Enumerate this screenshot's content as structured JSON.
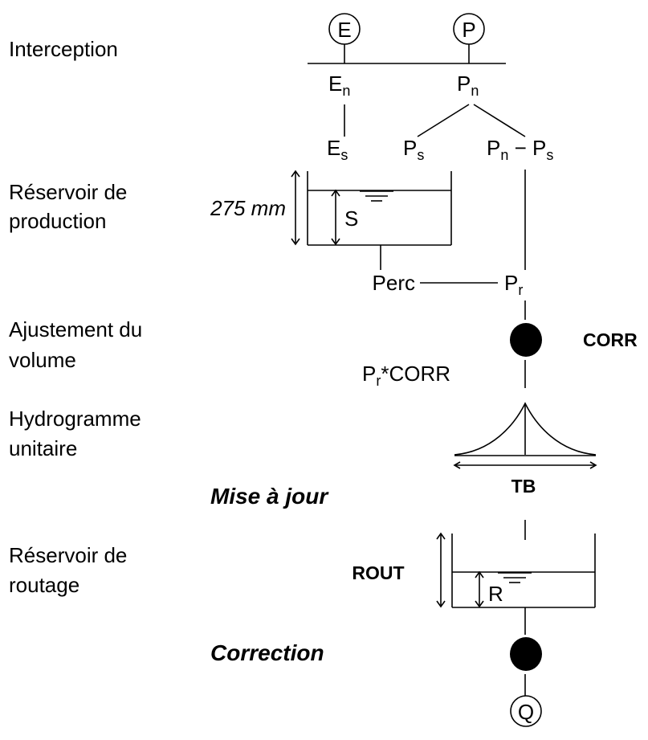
{
  "stages": {
    "interception": "Interception",
    "production_1": "Réservoir de",
    "production_2": "production",
    "adjust_1": "Ajustement du",
    "adjust_2": "volume",
    "hydro_1": "Hydrogramme",
    "hydro_2": "unitaire",
    "routing_1": "Réservoir de",
    "routing_2": "routage"
  },
  "inputs": {
    "e": "E",
    "p": "P"
  },
  "output": {
    "q": "Q"
  },
  "variables": {
    "en_main": "E",
    "en_sub": "n",
    "pn_main": "P",
    "pn_sub": "n",
    "es_main": "E",
    "es_sub": "s",
    "ps_main": "P",
    "ps_sub": "s",
    "diff_p1": "P",
    "diff_sub1": "n",
    "diff_op": " − P",
    "diff_sub2": "s",
    "s_level": "S",
    "r_level": "R",
    "perc": "Perc",
    "pr_main": "P",
    "pr_sub": "r",
    "prcorr_main": "P",
    "prcorr_sub": "r",
    "prcorr_rest": "*CORR"
  },
  "parameters": {
    "capacity": "275 mm",
    "corr": "CORR",
    "tb": "TB",
    "rout": "ROUT"
  },
  "operations": {
    "update": "Mise à jour",
    "correction": "Correction"
  },
  "colors": {
    "line": "#000000",
    "node_fill": "#000000",
    "background": "#ffffff"
  }
}
